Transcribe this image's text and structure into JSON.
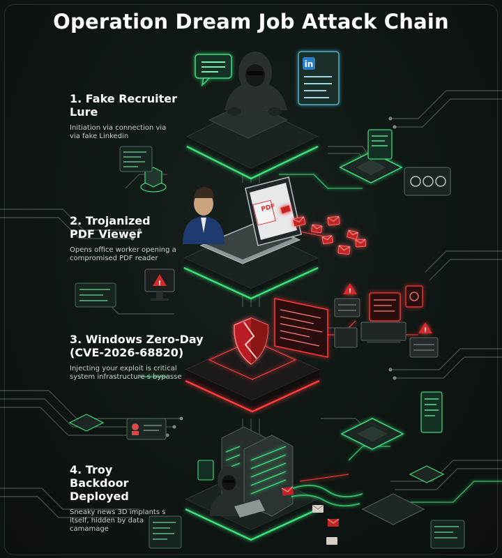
{
  "title": "Operation Dream Job Attack Chain",
  "steps": [
    {
      "label": "1. Fake Recruiter Lure",
      "description": "Initiation via connection via via fake Linkedin"
    },
    {
      "label": "2. Trojanized PDF Viewer",
      "description": "Opens office worker opening a compromised PDF reader"
    },
    {
      "label": "3. Windows Zero-Day (CVE-2026-68820)",
      "description": "Injecting your exploit is critical system infrastructure s bypasse"
    },
    {
      "label": "4. Troy Backdoor Deployed",
      "description": "Sneaky news 3D implants s itself, hidden by data camamage"
    }
  ],
  "icons": {
    "linkedin_badge": "in",
    "pdf_badge": "PDF"
  },
  "colors": {
    "background": "#0d1311",
    "safe_glow": "#3ee07a",
    "danger_glow": "#ff3b3b",
    "text": "#ffffff"
  }
}
